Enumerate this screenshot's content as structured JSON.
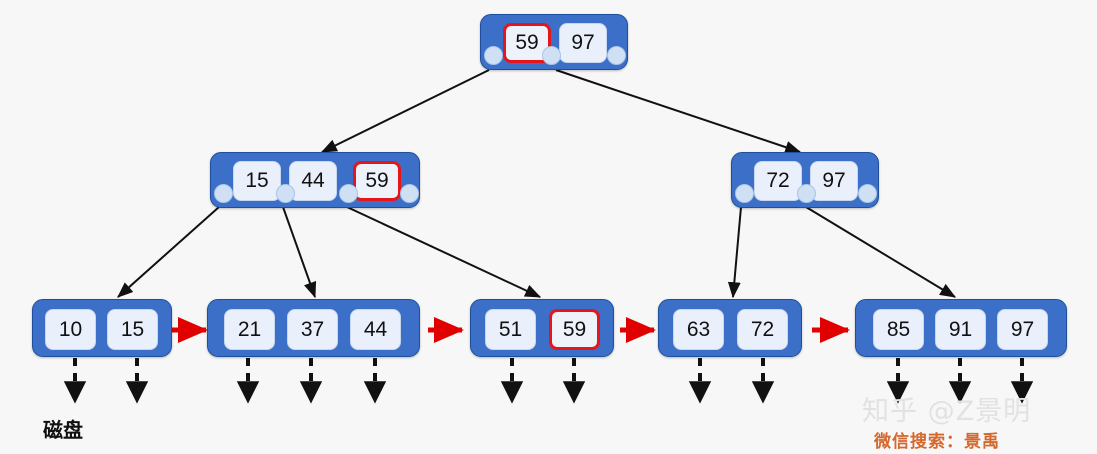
{
  "diagram": {
    "type": "b-plus-tree",
    "title_visible": false,
    "background_color": "#f7f7f7",
    "node_color": "#3c70c8",
    "node_border_color": "#1f4e9c",
    "cell_color": "#eaf0fb",
    "highlight_color": "#e4161c",
    "link_arrow_color": "#e00000",
    "tree_edge_color": "#111111",
    "disk_arrow_color": "#111111"
  },
  "levels": {
    "root": {
      "name": "root-node",
      "keys": [
        "59",
        "97"
      ],
      "highlighted": [
        true,
        false
      ],
      "pointer_count": 3
    },
    "internal": [
      {
        "name": "internal-node-left",
        "keys": [
          "15",
          "44",
          "59"
        ],
        "highlighted": [
          false,
          false,
          true
        ],
        "pointer_count": 4
      },
      {
        "name": "internal-node-right",
        "keys": [
          "72",
          "97"
        ],
        "highlighted": [
          false,
          false
        ],
        "pointer_count": 3
      }
    ],
    "leaves": [
      {
        "name": "leaf-node-1",
        "keys": [
          "10",
          "15"
        ],
        "highlighted": [
          false,
          false
        ]
      },
      {
        "name": "leaf-node-2",
        "keys": [
          "21",
          "37",
          "44"
        ],
        "highlighted": [
          false,
          false,
          false
        ]
      },
      {
        "name": "leaf-node-3",
        "keys": [
          "51",
          "59"
        ],
        "highlighted": [
          false,
          true
        ]
      },
      {
        "name": "leaf-node-4",
        "keys": [
          "63",
          "72"
        ],
        "highlighted": [
          false,
          false
        ]
      },
      {
        "name": "leaf-node-5",
        "keys": [
          "85",
          "91",
          "97"
        ],
        "highlighted": [
          false,
          false,
          false
        ]
      }
    ]
  },
  "labels": {
    "disk": "磁盘",
    "watermark": "知乎 @Z景明",
    "promo": "微信搜索：景禹"
  }
}
